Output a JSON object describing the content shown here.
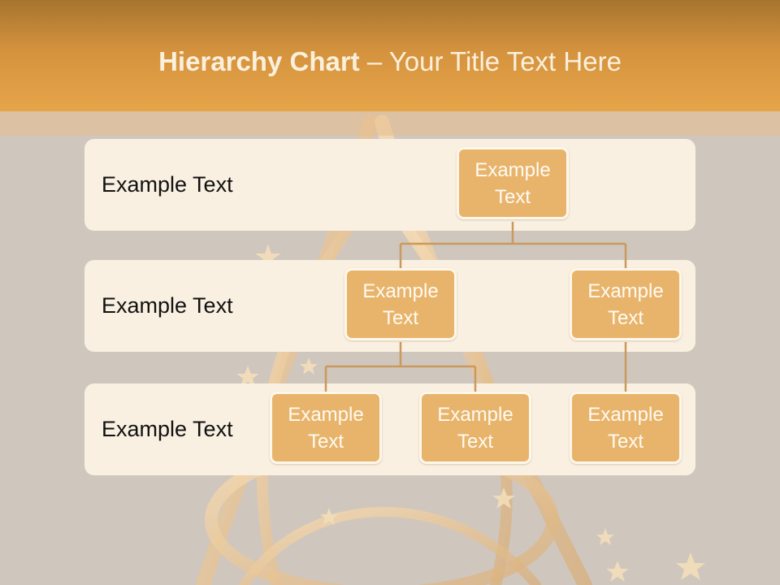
{
  "title": {
    "bold": "Hierarchy Chart",
    "rest": " – Your Title Text Here"
  },
  "bands": [
    {
      "label": "Example Text"
    },
    {
      "label": "Example Text"
    },
    {
      "label": "Example Text"
    }
  ],
  "nodes": {
    "root": "Example Text",
    "level2_left": "Example Text",
    "level2_right": "Example Text",
    "level3_a": "Example Text",
    "level3_b": "Example Text",
    "level3_c": "Example Text"
  },
  "colors": {
    "header_gradient": [
      "#a7742f",
      "#e7a549"
    ],
    "node_fill": "#e8b46b",
    "node_border": "#fff7ea",
    "band_fill": "#f9f0e2",
    "connector": "#c99a5b",
    "background": "#cfc6be"
  }
}
